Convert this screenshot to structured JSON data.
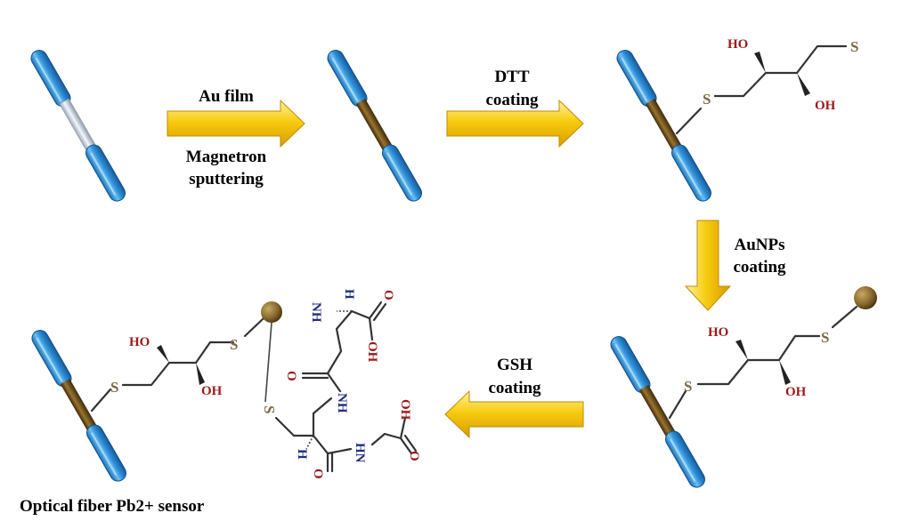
{
  "steps": {
    "step1": {
      "line1": "Au film",
      "line2": "Magnetron",
      "line3": "sputtering"
    },
    "step2": {
      "line1": "DTT",
      "line2": "coating"
    },
    "step3": {
      "line1": "AuNPs",
      "line2": "coating"
    },
    "step4": {
      "line1": "GSH",
      "line2": "coating"
    }
  },
  "final_label": "Optical fiber Pb2+ sensor",
  "atoms": {
    "S": "S",
    "HO": "HO",
    "OH": "OH",
    "NH2": "NH",
    "H": "H",
    "O": "O",
    "N_H": "NH",
    "HN": "HN"
  },
  "colors": {
    "fiber_blue": "#2f8fd8",
    "gold_film": "#6b4a16",
    "arrow_yellow": "#f5c400",
    "au_nanoparticle": "#8a6a30"
  }
}
